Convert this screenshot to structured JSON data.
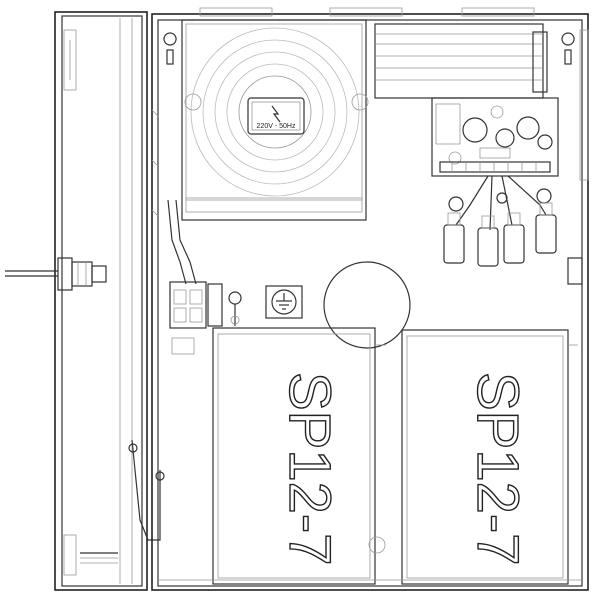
{
  "drawing": {
    "transformer_label": "220V - 50Hz",
    "battery_left_label": "SP12-7",
    "battery_right_label": "SP12-7"
  }
}
